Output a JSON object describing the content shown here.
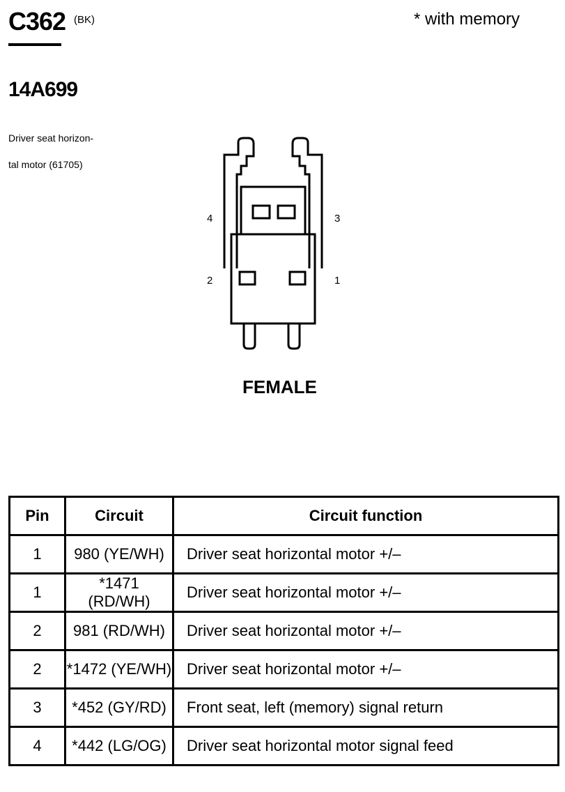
{
  "header": {
    "connector_id": "C362",
    "color_code": "(BK)",
    "memory_note": "*   with memory",
    "part_number": "14A699",
    "description_line1": "Driver seat horizon-",
    "description_line2": "tal motor (61705)"
  },
  "diagram": {
    "pin_labels": [
      "4",
      "3",
      "2",
      "1"
    ],
    "gender": "FEMALE"
  },
  "table": {
    "headers": [
      "Pin",
      "Circuit",
      "Circuit function"
    ],
    "rows": [
      {
        "pin": "1",
        "circuit": "980 (YE/WH)",
        "function": "Driver seat horizontal motor  +/–"
      },
      {
        "pin": "1",
        "circuit": "*1471 (RD/WH)",
        "function": "Driver seat horizontal motor  +/–"
      },
      {
        "pin": "2",
        "circuit": "981 (RD/WH)",
        "function": "Driver seat horizontal motor  +/–"
      },
      {
        "pin": "2",
        "circuit": "*1472 (YE/WH)",
        "function": "Driver seat horizontal motor  +/–"
      },
      {
        "pin": "3",
        "circuit": "*452 (GY/RD)",
        "function": "Front seat, left (memory) signal return"
      },
      {
        "pin": "4",
        "circuit": "*442 (LG/OG)",
        "function": "Driver seat horizontal motor  signal feed"
      }
    ]
  }
}
